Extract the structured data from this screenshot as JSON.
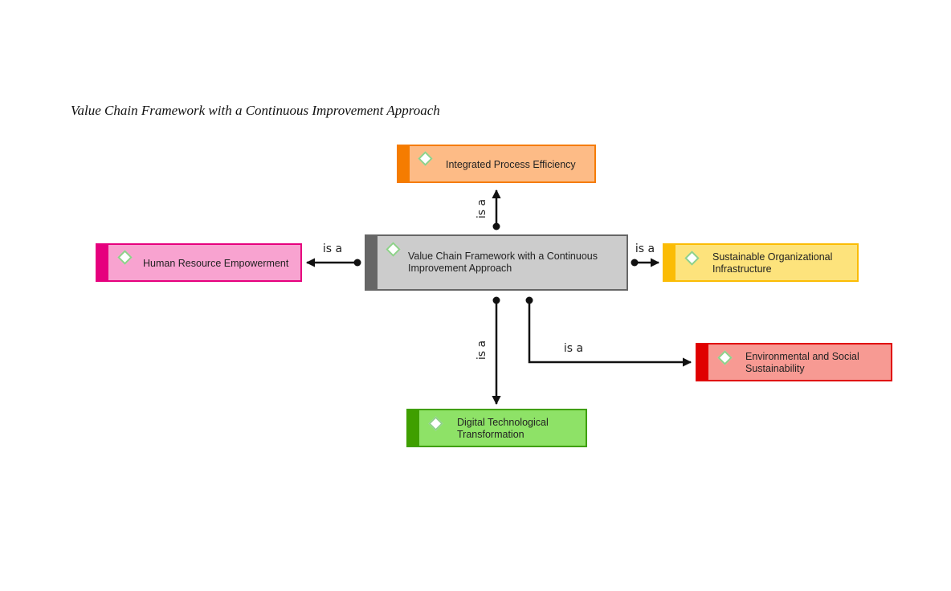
{
  "title": "Value Chain Framework with a Continuous Improvement Approach",
  "nodes": {
    "center": {
      "label": "Value Chain Framework with a Continuous Improvement Approach",
      "fill": "#cccccc",
      "accent": "#666666"
    },
    "top": {
      "label": "Integrated Process Efficiency",
      "fill": "#fdbb86",
      "accent": "#f57c00"
    },
    "left": {
      "label": "Human Resource Empowerment",
      "fill": "#f8a3d0",
      "accent": "#e6007e"
    },
    "right": {
      "label": "Sustainable Organizational Infrastructure",
      "fill": "#fde37c",
      "accent": "#fbbc05"
    },
    "bottom_right": {
      "label": "Environmental and Social Sustainability",
      "fill": "#f79a93",
      "accent": "#e00000"
    },
    "bottom": {
      "label": "Digital Technological Transformation",
      "fill": "#8ee267",
      "accent": "#3f9f00"
    }
  },
  "edges": {
    "to_top": "is a",
    "to_left": "is a",
    "to_right": "is a",
    "to_bottom": "is a",
    "to_bottom_right": "is a"
  }
}
